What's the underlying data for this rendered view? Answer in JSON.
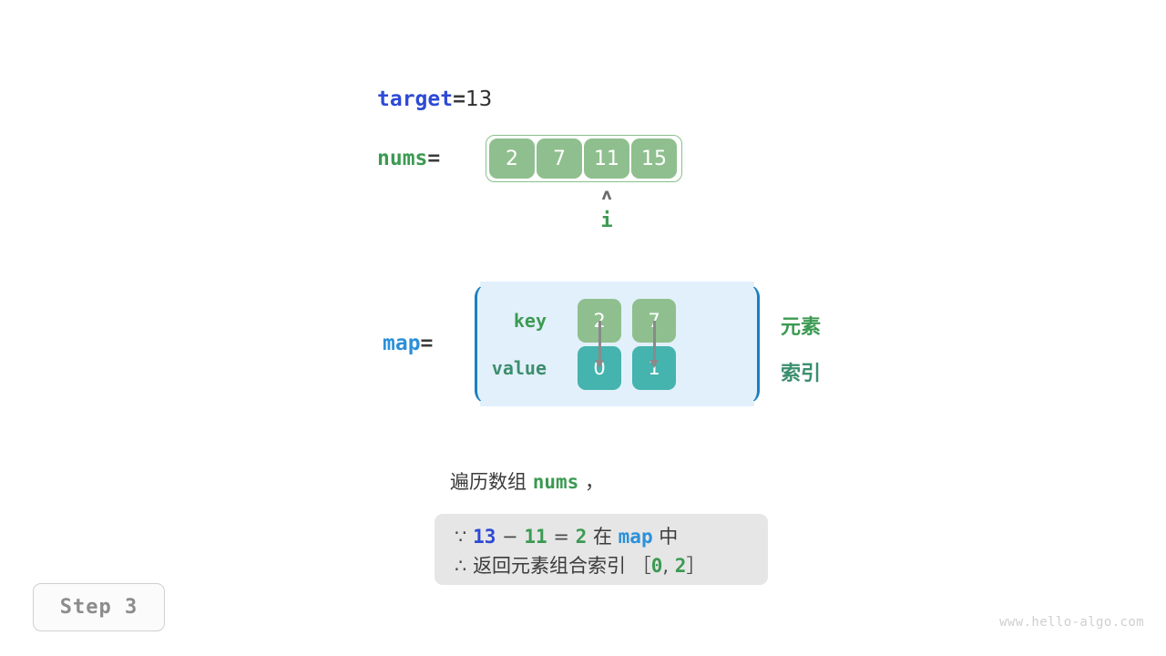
{
  "target": {
    "name": "target",
    "equals": "=",
    "value": "13"
  },
  "nums": {
    "name": "nums",
    "equals": "=",
    "cells": [
      "2",
      "7",
      "11",
      "15"
    ]
  },
  "pointer": {
    "caret": "ʌ",
    "label": "i",
    "points_at_index": 2
  },
  "map": {
    "name": "map",
    "equals": "=",
    "row_labels": {
      "key": "key",
      "value": "value"
    },
    "keys": [
      "2",
      "7"
    ],
    "values": [
      "0",
      "1"
    ],
    "side_labels": {
      "element": "元素",
      "index": "索引"
    }
  },
  "caption": {
    "prefix": "遍历数组 ",
    "code": "nums",
    "suffix": " ，"
  },
  "callout": {
    "line1": {
      "because_symbol": "∵",
      "a": "13",
      "minus": "−",
      "b": "11",
      "eq": "=",
      "c": "2",
      "in_text": "在",
      "map_name": "map",
      "tail": "中"
    },
    "line2": {
      "therefore_symbol": "∴",
      "text": "返回元素组合索引",
      "bracket_open": "［",
      "i0": "0",
      "comma": ",",
      "i1": "2",
      "bracket_close": "］"
    }
  },
  "step_badge": "Step 3",
  "watermark": "www.hello-algo.com",
  "colors": {
    "target_blue": "#2e4ad4",
    "map_blue": "#2b90d9",
    "green": "#3c9a52",
    "cell_green": "#8fbf8e",
    "teal": "#45b3ae",
    "teal_text": "#3c8e6e",
    "panel_bg": "#e2f0fb",
    "panel_border": "#1a7fc1",
    "callout_bg": "#e6e6e6",
    "arrow_gray": "#8a8a8a",
    "watermark_gray": "#cfcfcf"
  }
}
